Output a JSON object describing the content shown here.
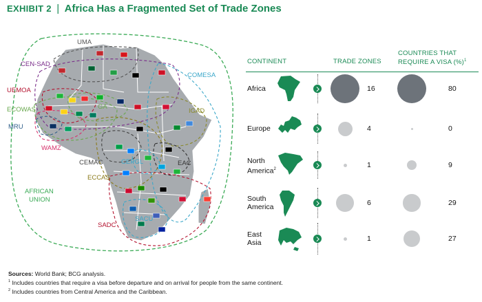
{
  "header": {
    "exhibit": "EXHIBIT 2",
    "separator": "|",
    "title": "Africa Has a Fragmented Set of Trade Zones"
  },
  "map": {
    "labels": [
      {
        "key": "uma",
        "text": "UMA",
        "color": "#555555"
      },
      {
        "key": "censad",
        "text": "CEN-SAD",
        "color": "#7a2d8a"
      },
      {
        "key": "comesa",
        "text": "COMESA",
        "color": "#3aa7c9"
      },
      {
        "key": "uemoa",
        "text": "UEMOA",
        "color": "#b3122e"
      },
      {
        "key": "igad",
        "text": "IGAD",
        "color": "#8a8a2a"
      },
      {
        "key": "ecowas",
        "text": "ECOWAS",
        "color": "#6aa84f"
      },
      {
        "key": "ga",
        "text": "GA",
        "color": "#6aa84f"
      },
      {
        "key": "mru",
        "text": "MRU",
        "color": "#2f5f8a"
      },
      {
        "key": "wamz",
        "text": "WAMZ",
        "color": "#d6336c"
      },
      {
        "key": "cemac",
        "text": "CEMAC",
        "color": "#444444"
      },
      {
        "key": "cepgl",
        "text": "CEPGL",
        "color": "#3aa7c9"
      },
      {
        "key": "eac",
        "text": "EAC",
        "color": "#333333"
      },
      {
        "key": "eccas",
        "text": "ECCAS",
        "color": "#8a7a1a"
      },
      {
        "key": "african",
        "text": "AFRICAN",
        "color": "#3aaa55"
      },
      {
        "key": "union",
        "text": "UNION",
        "color": "#3aaa55"
      },
      {
        "key": "sacu",
        "text": "SACU",
        "color": "#3aa7c9"
      },
      {
        "key": "sadc",
        "text": "SADC",
        "color": "#b3122e"
      }
    ]
  },
  "table": {
    "headers": {
      "continent": "CONTINENT",
      "trade_zones": "TRADE ZONES",
      "visa_line1": "COUNTRIES THAT",
      "visa_line2": "REQUIRE A VISA (%)",
      "visa_note": "1"
    },
    "rows": [
      {
        "continent": "Africa",
        "continent_line2": "",
        "note": "",
        "trade_zones": 16,
        "visa_pct": 80,
        "map_icon": "africa-icon"
      },
      {
        "continent": "Europe",
        "continent_line2": "",
        "note": "",
        "trade_zones": 4,
        "visa_pct": 0,
        "map_icon": "europe-icon"
      },
      {
        "continent": "North",
        "continent_line2": "America",
        "note": "2",
        "trade_zones": 1,
        "visa_pct": 9,
        "map_icon": "north-america-icon"
      },
      {
        "continent": "South",
        "continent_line2": "America",
        "note": "",
        "trade_zones": 6,
        "visa_pct": 29,
        "map_icon": "south-america-icon"
      },
      {
        "continent": "East",
        "continent_line2": "Asia",
        "note": "",
        "trade_zones": 1,
        "visa_pct": 27,
        "map_icon": "east-asia-icon"
      }
    ]
  },
  "footer": {
    "sources_label": "Sources:",
    "sources_text": "World Bank; BCG analysis.",
    "note1_mark": "1",
    "note1_text": "Includes countries that require a visa before departure and on arrival for people from the same continent.",
    "note2_mark": "2",
    "note2_text": "Includes countries from Central America and the Caribbean."
  },
  "colors": {
    "accent": "#1a8a55",
    "bubble": "#6d737a",
    "bubble_light": "#c9cbcd",
    "map_gray": "#a7abaf"
  }
}
